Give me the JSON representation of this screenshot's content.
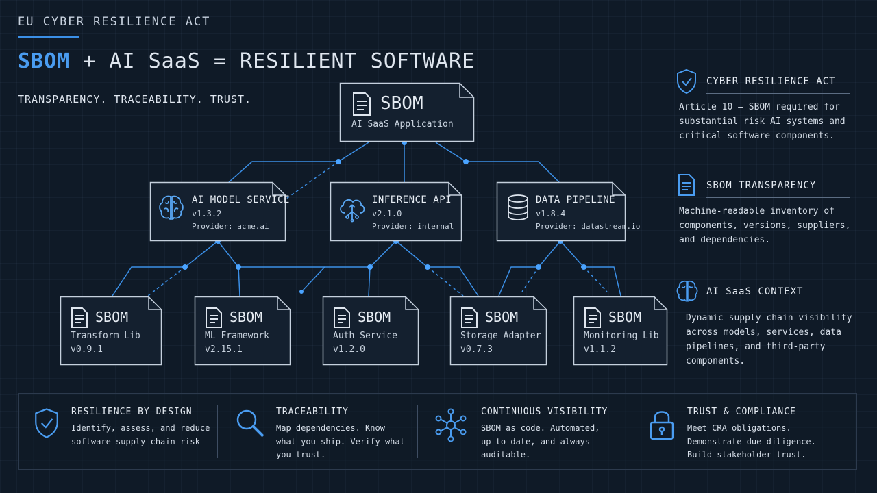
{
  "header": {
    "eyebrow": "EU CYBER RESILIENCE ACT",
    "headline_accent": "SBOM",
    "headline_rest": " + AI SaaS = RESILIENT SOFTWARE",
    "tagline": "TRANSPARENCY. TRACEABILITY. TRUST."
  },
  "colors": {
    "background": "#0f1a27",
    "accent": "#4a9cf0",
    "node_border": "#c5d0dd",
    "connector": "#3b8fe6"
  },
  "diagram": {
    "root": {
      "icon": "document-icon",
      "title": "SBOM",
      "subtitle": "AI SaaS Application"
    },
    "services": [
      {
        "icon": "brain-icon",
        "title": "AI MODEL SERVICE",
        "version": "v1.3.2",
        "provider": "Provider: acme.ai"
      },
      {
        "icon": "cloud-network-icon",
        "title": "INFERENCE API",
        "version": "v2.1.0",
        "provider": "Provider: internal"
      },
      {
        "icon": "database-icon",
        "title": "DATA PIPELINE",
        "version": "v1.8.4",
        "provider": "Provider: datastream.io"
      }
    ],
    "components": [
      {
        "icon": "document-icon",
        "title": "SBOM",
        "name": "Transform Lib",
        "version": "v0.9.1"
      },
      {
        "icon": "document-icon",
        "title": "SBOM",
        "name": "ML Framework",
        "version": "v2.15.1"
      },
      {
        "icon": "document-icon",
        "title": "SBOM",
        "name": "Auth Service",
        "version": "v1.2.0"
      },
      {
        "icon": "document-icon",
        "title": "SBOM",
        "name": "Storage Adapter",
        "version": "v0.7.3"
      },
      {
        "icon": "document-icon",
        "title": "SBOM",
        "name": "Monitoring Lib",
        "version": "v1.1.2"
      }
    ]
  },
  "sidebar": [
    {
      "icon": "shield-check-icon",
      "title": "CYBER RESILIENCE ACT",
      "body": "Article 10 – SBOM required for substantial risk AI systems and critical software components."
    },
    {
      "icon": "document-icon",
      "title": "SBOM TRANSPARENCY",
      "body": "Machine-readable inventory of components, versions, suppliers, and dependencies."
    },
    {
      "icon": "brain-icon",
      "title": "AI SaaS CONTEXT",
      "body": "Dynamic supply chain visibility across models, services, data pipelines, and third-party components."
    }
  ],
  "footer": [
    {
      "icon": "shield-check-icon",
      "title": "RESILIENCE BY DESIGN",
      "body": "Identify, assess, and reduce software supply chain risk"
    },
    {
      "icon": "magnifier-icon",
      "title": "TRACEABILITY",
      "body": "Map dependencies. Know what you ship. Verify what you trust."
    },
    {
      "icon": "network-hub-icon",
      "title": "CONTINUOUS VISIBILITY",
      "body": "SBOM as code. Automated, up-to-date, and always auditable."
    },
    {
      "icon": "padlock-icon",
      "title": "TRUST & COMPLIANCE",
      "body": "Meet CRA obligations. Demonstrate due diligence. Build stakeholder trust."
    }
  ]
}
